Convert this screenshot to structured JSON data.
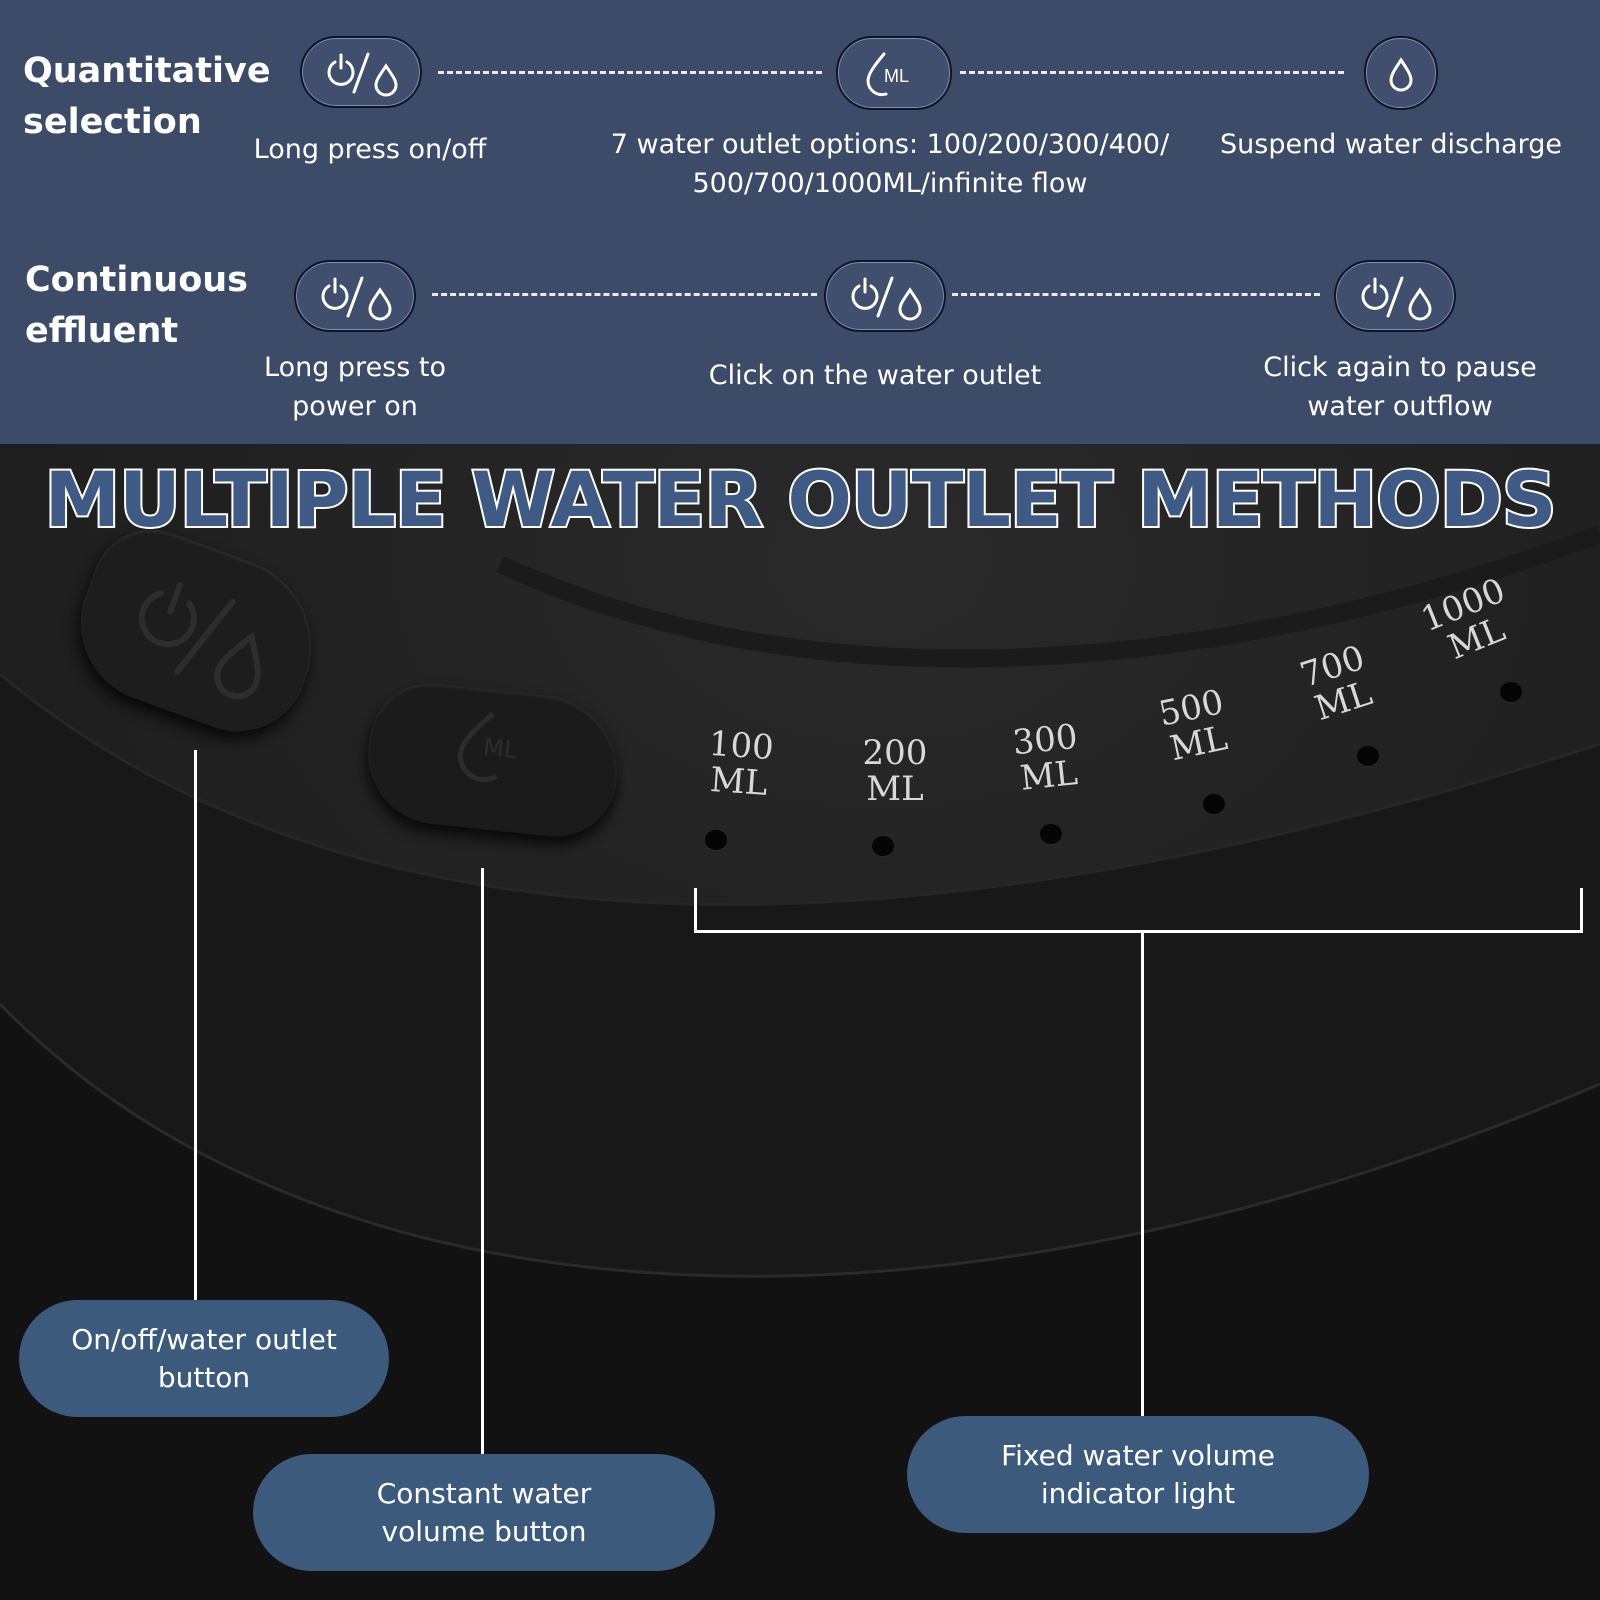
{
  "quantitative": {
    "label_line1": "Quantitative",
    "label_line2": "selection",
    "steps": [
      {
        "icon": "power-drop-icon",
        "text": "Long press on/off"
      },
      {
        "icon": "ml-icon",
        "text_line1": "7 water outlet options: 100/200/300/400/",
        "text_line2": "500/700/1000ML/infinite flow"
      },
      {
        "icon": "drop-icon",
        "text": "Suspend water discharge"
      }
    ]
  },
  "continuous": {
    "label_line1": "Continuous",
    "label_line2": "effluent",
    "steps": [
      {
        "icon": "power-drop-icon",
        "text_line1": "Long press to",
        "text_line2": "power on"
      },
      {
        "icon": "power-drop-icon",
        "text": "Click on the water outlet"
      },
      {
        "icon": "power-drop-icon",
        "text_line1": "Click again to pause",
        "text_line2": "water outflow"
      }
    ]
  },
  "headline": "MULTIPLE WATER OUTLET METHODS",
  "volumes": [
    {
      "num": "100",
      "unit": "ML"
    },
    {
      "num": "200",
      "unit": "ML"
    },
    {
      "num": "300",
      "unit": "ML"
    },
    {
      "num": "500",
      "unit": "ML"
    },
    {
      "num": "700",
      "unit": "ML"
    },
    {
      "num": "1000",
      "unit": "ML"
    }
  ],
  "button_ml_text": "ML",
  "callouts": {
    "power_line1": "On/off/water outlet",
    "power_line2": "button",
    "constant_line1": "Constant water",
    "constant_line2": "volume button",
    "indicator_line1": "Fixed water volume",
    "indicator_line2": "indicator light"
  },
  "colors": {
    "panel": "#3b4b68",
    "callout": "#3c5a7c",
    "headline_fill": "#3f5a84",
    "device": "#161616"
  }
}
